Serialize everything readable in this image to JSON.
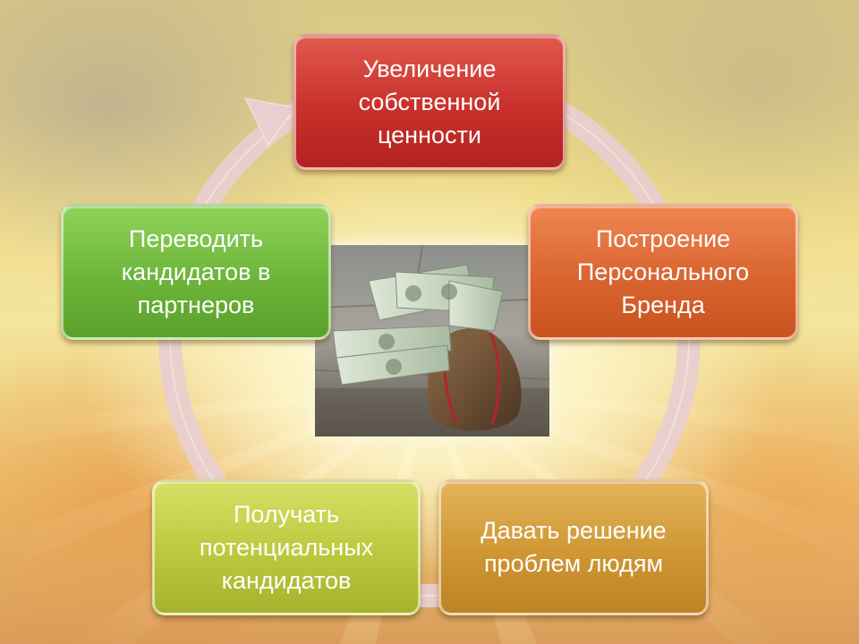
{
  "diagram": {
    "type": "cycle",
    "steps": [
      {
        "id": "top",
        "label": "Увеличение\nсобственной\nценности",
        "color": "#c8302b"
      },
      {
        "id": "right",
        "label": "Построение\nПерсонального\nБренда",
        "color": "#d9642f"
      },
      {
        "id": "bottom-right",
        "label": "Давать решение\nпроблем людям",
        "color": "#cf9633"
      },
      {
        "id": "bottom-left",
        "label": "Получать\nпотенциальных\nкандидатов",
        "color": "#bcc83d"
      },
      {
        "id": "left",
        "label": "Переводить\nкандидатов в\nпартнеров",
        "color": "#6db53a"
      }
    ],
    "arrow_color": "#e6c9c9",
    "center_image": "money-bag-with-dollar-bills"
  }
}
